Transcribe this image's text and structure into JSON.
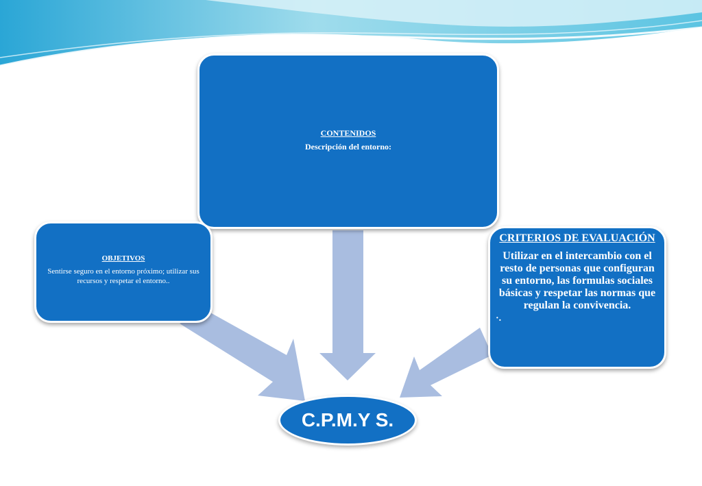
{
  "colors": {
    "box_fill": "#1270c4",
    "arrow_fill": "#a9bde0",
    "wave_light": "#c9ecf6",
    "wave_mid": "#7dd0e6",
    "wave_dark": "#3aaed8"
  },
  "contenidos": {
    "heading": "CONTENIDOS",
    "text": "Descripción del entorno:"
  },
  "objetivos": {
    "heading": "OBJETIVOS",
    "text": "Sentirse seguro en el entorno próximo; utilizar sus recursos y respetar el entorno.."
  },
  "criterios": {
    "heading": "CRITERIOS DE EVALUACIÓN",
    "text": "Utilizar en el intercambio con el resto de personas que configuran su entorno, las formulas sociales básicas y respetar las normas que regulan la convivencia.",
    "note": "·."
  },
  "center": {
    "label": "C.P.M.Y S."
  }
}
